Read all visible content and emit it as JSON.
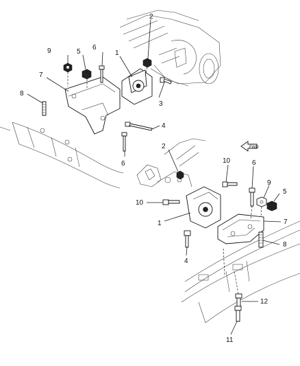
{
  "diagram": {
    "callouts_upper": [
      "9",
      "5",
      "6",
      "1",
      "2",
      "7",
      "8",
      "3",
      "4",
      "6"
    ],
    "callouts_lower": [
      "2",
      "10",
      "6",
      "9",
      "5",
      "10",
      "1",
      "7",
      "8",
      "4",
      "12",
      "11"
    ],
    "direction_label": "FWD"
  }
}
